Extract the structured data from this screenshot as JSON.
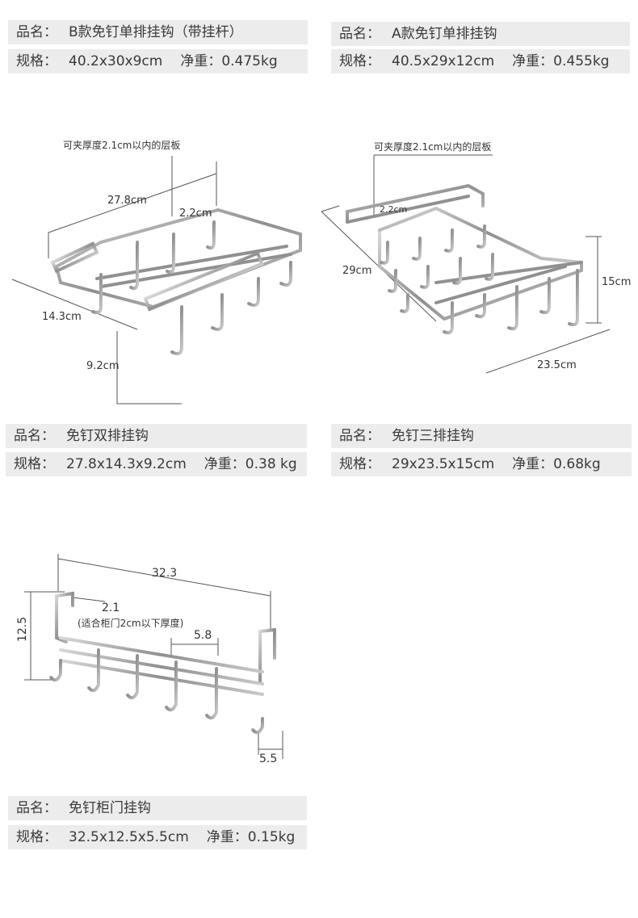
{
  "products": [
    {
      "name_label": "品名：",
      "name": "B款免钉单排挂钩（带挂杆）",
      "spec_label": "规格：",
      "spec": "40.2x30x9cm",
      "weight": "净重：0.475kg"
    },
    {
      "name_label": "品名：",
      "name": "A款免钉单排挂钩",
      "spec_label": "规格：",
      "spec": "40.5x29x12cm",
      "weight": "净重：0.455kg"
    },
    {
      "name_label": "品名：",
      "name": "免钉双排挂钩",
      "spec_label": "规格：",
      "spec": "27.8x14.3x9.2cm",
      "weight": "净重：0.38 kg"
    },
    {
      "name_label": "品名：",
      "name": "免钉三排挂钩",
      "spec_label": "规格：",
      "spec": "29x23.5x15cm",
      "weight": "净重：0.68kg"
    },
    {
      "name_label": "品名：",
      "name": "免钉柜门挂钩",
      "spec_label": "规格：",
      "spec": "32.5x12.5x5.5cm",
      "weight": "净重：0.15kg"
    }
  ],
  "diagrams": {
    "double": {
      "note": "可夹厚度2.1cm以内的层板",
      "length": "27.8cm",
      "gap": "2.2cm",
      "depth": "14.3cm",
      "height": "9.2cm"
    },
    "triple": {
      "note": "可夹厚度2.1cm以内的层板",
      "gap": "2.2cm",
      "depth": "29cm",
      "height": "15cm",
      "width": "23.5cm"
    },
    "door": {
      "length": "32.3",
      "thickness": "2.1",
      "note": "(适合柜门2cm以下厚度)",
      "spacing": "5.8",
      "height": "12.5",
      "depth": "5.5"
    }
  },
  "colors": {
    "bar": "#ececec",
    "metal": "#9a9a9a",
    "dim_line": "#555555"
  }
}
